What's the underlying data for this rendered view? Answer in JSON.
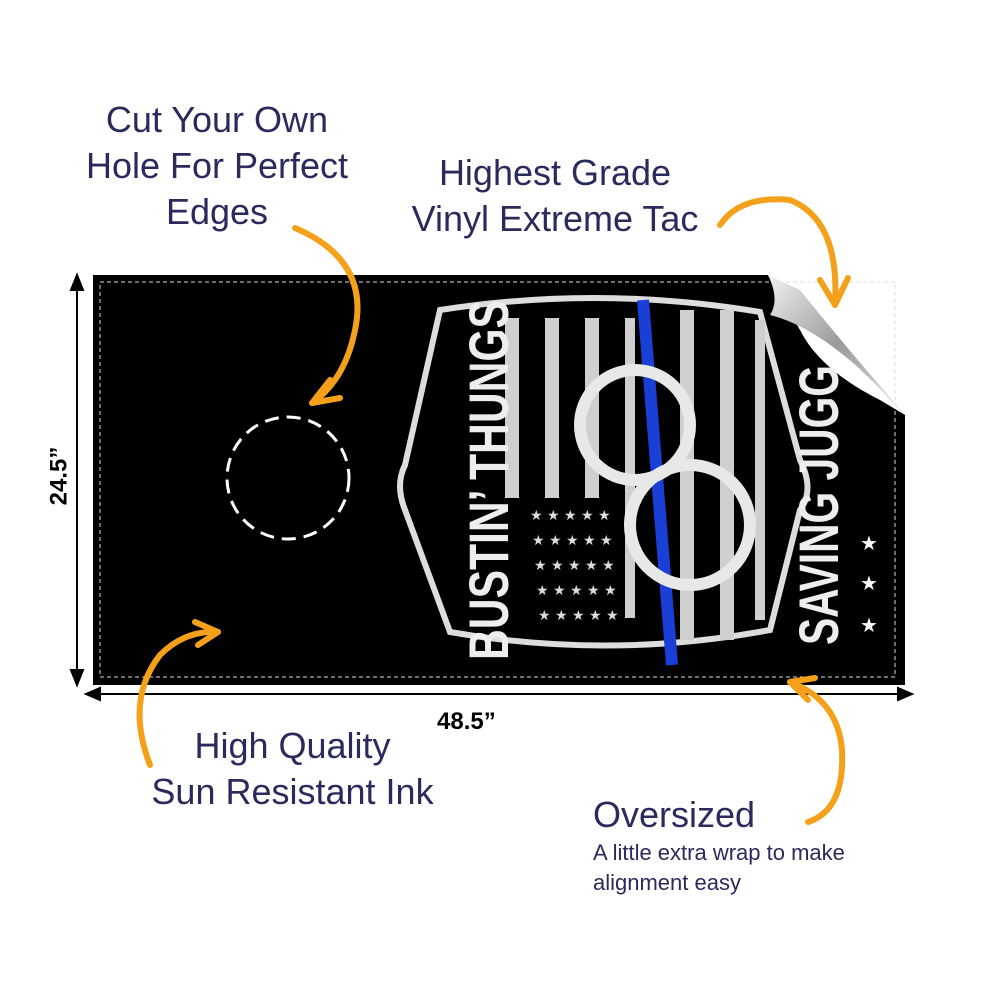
{
  "callouts": {
    "cut_hole": {
      "lines": [
        "Cut Your Own",
        "Hole For Perfect",
        "Edges"
      ]
    },
    "vinyl": {
      "lines": [
        "Highest Grade",
        "Vinyl Extreme Tac"
      ]
    },
    "ink": {
      "lines": [
        "High Quality",
        "Sun Resistant Ink"
      ]
    },
    "oversized": {
      "title": "Oversized",
      "lines": [
        "A little extra wrap to make",
        "alignment easy"
      ]
    }
  },
  "dimensions": {
    "height": "24.5”",
    "width": "48.5”"
  },
  "design": {
    "left_text": "BUSTIN’ THUNGS",
    "right_text": "SAVING JUGG"
  },
  "colors": {
    "text": "#2b2a5c",
    "arrow": "#f5a01a",
    "board": "#000000",
    "thin_blue_line": "#1a3fd6"
  }
}
